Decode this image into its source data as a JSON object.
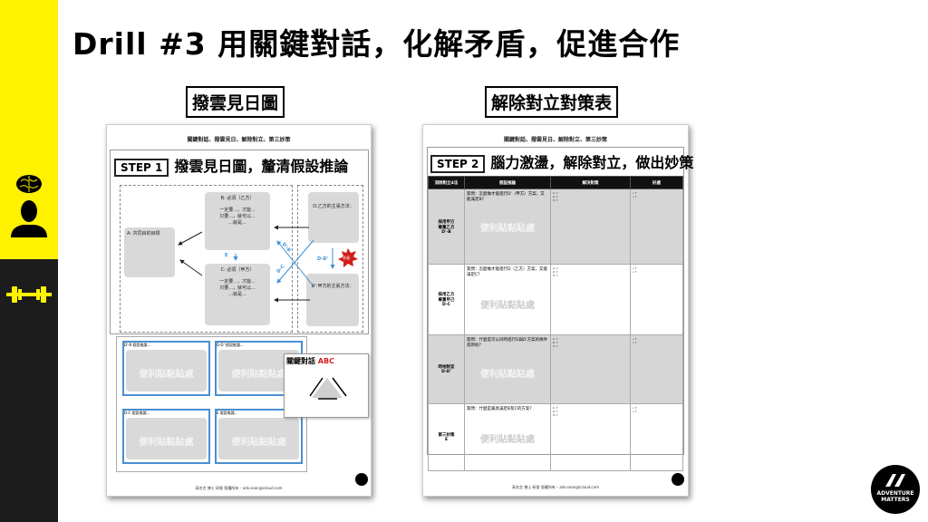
{
  "title": "Drill #3 用關鍵對話，化解矛盾，促進合作",
  "labels": {
    "left": "撥雲見日圖",
    "right": "解除對立對策表"
  },
  "sidebar": {
    "icons": [
      "brain-icon",
      "person-silhouette-icon",
      "dumbbell-icon"
    ],
    "top_color": "#fff200",
    "bottom_color": "#1c1c1c"
  },
  "doc_header": "關鍵對話、撥雲見日、解除對立、第三妙策",
  "footer": "高名言 博士 研發 版權所有 – adv.sean@icloud.com",
  "left_doc": {
    "step": "STEP 1",
    "step_title": "撥雲見日圖，釐清假設推論",
    "a": "A: 共同目的目標",
    "b": "B: 必須（乙方）",
    "c": "C: 必須（甲方）",
    "bc_body": [
      "一定要...，才能...",
      "只要...，就可以...",
      "...就是..."
    ],
    "d": "D:乙方的主張方法：",
    "d2": "D':甲方的主張方法：",
    "e": "E",
    "db": "D'-B",
    "dc": "D-C",
    "dd": "D-D'",
    "conflict": "矛盾",
    "bubbles": [
      "D'-B 假設推論...",
      "D-D' 假設推論...",
      "D-C 假設推論...",
      "E 假設推論..."
    ],
    "sticky": "便利貼黏貼處",
    "abc_title": "關鍵對話",
    "abc_accent": "ABC"
  },
  "right_doc": {
    "step": "STEP 2",
    "step_title": "腦力激盪，解除對立，做出妙策",
    "columns": [
      "消除對立4法",
      "假設推論",
      "解決對策",
      "好處"
    ],
    "rows": [
      {
        "name": "採用甲方\n尊重乙方\nD'-B",
        "question": "質問：怎麼做才能進行D'（甲方）方案，又能滿足B?",
        "shaded": true
      },
      {
        "name": "採用乙方\n尊重甲己\nD-C",
        "question": "質問：怎麼做才能進行D（乙方）方案，又能滿足C？",
        "shaded": false
      },
      {
        "name": "時地制宜\nD-D'",
        "question": "質問：什麼是可以同時進行D與D'方案的條件或原則？",
        "shaded": true
      },
      {
        "name": "第三妙策\nE",
        "question": "質問：什麼是兼具滿足B及C的方案？",
        "shaded": false
      }
    ],
    "list_marks": "1. ?\n2. ?\n3. ?",
    "bullet_marks": "• ?\n• ?",
    "sticky": "便利貼黏貼處"
  },
  "logo": {
    "line1": "ADVENTURE",
    "line2": "MATTERS"
  }
}
